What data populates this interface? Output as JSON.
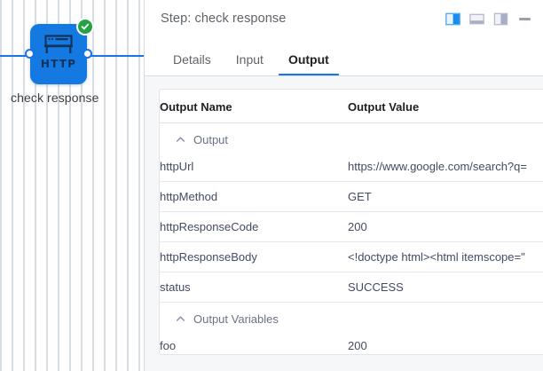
{
  "canvas": {
    "node": {
      "label": "check response",
      "icon_name": "http-node-icon",
      "icon_text": "HTTP",
      "status_icon": "check-circle-icon",
      "node_color": "#1479e0",
      "status_color": "#25a244",
      "edge_color": "#1a73e8"
    }
  },
  "panel": {
    "header": {
      "title": "Step: check response",
      "actions": [
        {
          "name": "split-panel-layout-icon",
          "label": "Split panel layout"
        },
        {
          "name": "bottom-panel-layout-icon",
          "label": "Bottom panel layout"
        },
        {
          "name": "side-panel-layout-icon",
          "label": "Side panel layout"
        },
        {
          "name": "minimize-icon",
          "label": "Minimize"
        }
      ],
      "accent_color": "#1a73e8"
    },
    "tabs": [
      {
        "label": "Details",
        "active": false
      },
      {
        "label": "Input",
        "active": false
      },
      {
        "label": "Output",
        "active": true
      }
    ],
    "table": {
      "headers": {
        "name": "Output Name",
        "value": "Output Value"
      },
      "groups": [
        {
          "label": "Output",
          "expanded": true,
          "rows": [
            {
              "name": "httpUrl",
              "value": "https://www.google.com/search?q="
            },
            {
              "name": "httpMethod",
              "value": "GET"
            },
            {
              "name": "httpResponseCode",
              "value": "200"
            },
            {
              "name": "httpResponseBody",
              "value": "<!doctype html><html itemscope=\""
            },
            {
              "name": "status",
              "value": "SUCCESS"
            }
          ]
        },
        {
          "label": "Output Variables",
          "expanded": true,
          "rows": [
            {
              "name": "foo",
              "value": "200"
            }
          ]
        }
      ]
    }
  }
}
